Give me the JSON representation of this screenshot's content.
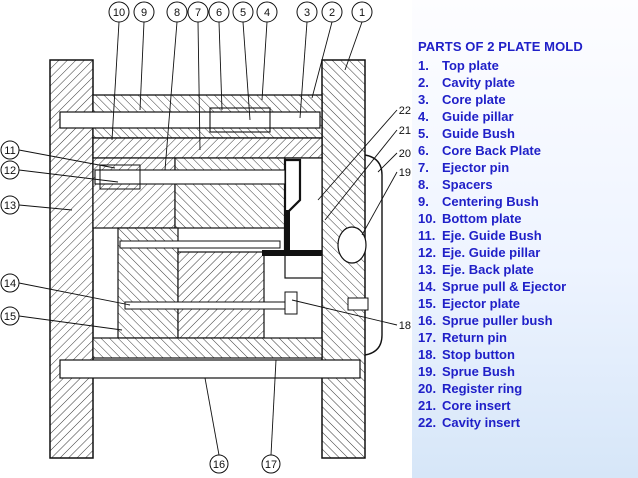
{
  "title": "PARTS OF 2 PLATE MOLD",
  "parts": [
    {
      "num": "1.",
      "name": "Top plate"
    },
    {
      "num": "2.",
      "name": "Cavity plate"
    },
    {
      "num": "3.",
      "name": "Core plate"
    },
    {
      "num": "4.",
      "name": "Guide pillar"
    },
    {
      "num": "5.",
      "name": "Guide Bush"
    },
    {
      "num": "6.",
      "name": "Core Back Plate"
    },
    {
      "num": "7.",
      "name": "Ejector pin"
    },
    {
      "num": "8.",
      "name": "Spacers"
    },
    {
      "num": "9.",
      "name": "Centering Bush"
    },
    {
      "num": "10.",
      "name": "Bottom plate"
    },
    {
      "num": "11.",
      "name": "Eje. Guide Bush"
    },
    {
      "num": "12.",
      "name": "Eje. Guide pillar"
    },
    {
      "num": "13.",
      "name": "Eje. Back plate"
    },
    {
      "num": "14.",
      "name": "Sprue pull & Ejector"
    },
    {
      "num": "15.",
      "name": "Ejector plate"
    },
    {
      "num": "16.",
      "name": "Sprue puller bush"
    },
    {
      "num": "17.",
      "name": "Return pin"
    },
    {
      "num": "18.",
      "name": "Stop button"
    },
    {
      "num": "19.",
      "name": "Sprue Bush"
    },
    {
      "num": "20.",
      "name": "Register ring"
    },
    {
      "num": "21.",
      "name": "Core insert"
    },
    {
      "num": "22.",
      "name": "Cavity insert"
    }
  ],
  "callouts": {
    "top": [
      "10",
      "9",
      "8",
      "7",
      "6",
      "5",
      "4",
      "3",
      "2",
      "1"
    ],
    "left": [
      "11",
      "12",
      "13",
      "14",
      "15"
    ],
    "bottom": [
      "16",
      "17"
    ],
    "right": [
      "22",
      "21",
      "20",
      "19",
      "18"
    ]
  },
  "colors": {
    "text_blue": "#2020c8",
    "panel_bottom": "#d6e6f8",
    "line": "#111111"
  }
}
